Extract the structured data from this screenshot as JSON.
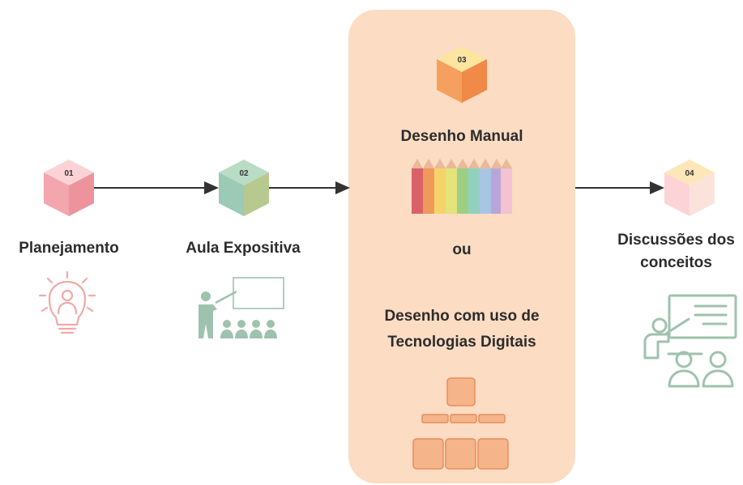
{
  "steps": [
    {
      "number": "01",
      "label": "Planejamento",
      "icon": "lightbulb-person-icon",
      "color": "#f2a3aa"
    },
    {
      "number": "02",
      "label": "Aula Expositiva",
      "icon": "teacher-board-icon",
      "color": "#b9d5c4"
    },
    {
      "number": "03",
      "label_top": "Desenho Manual",
      "label_or": "ou",
      "label_bottom_line1": "Desenho com uso de",
      "label_bottom_line2": "Tecnologias Digitais",
      "icon_top": "colored-pencils-icon",
      "icon_bottom": "hierarchy-chart-icon",
      "color": "#f29a5c"
    },
    {
      "number": "04",
      "label_line1": "Discussões dos",
      "label_line2": "conceitos",
      "icon": "presentation-audience-icon",
      "color": "#fcd3d5"
    }
  ],
  "colors": {
    "panel": "#fcdcc3",
    "arrow": "#333333",
    "icon_green": "#9fc2ae",
    "icon_pink": "#f2a9a9",
    "icon_orange": "#f5b48a"
  }
}
